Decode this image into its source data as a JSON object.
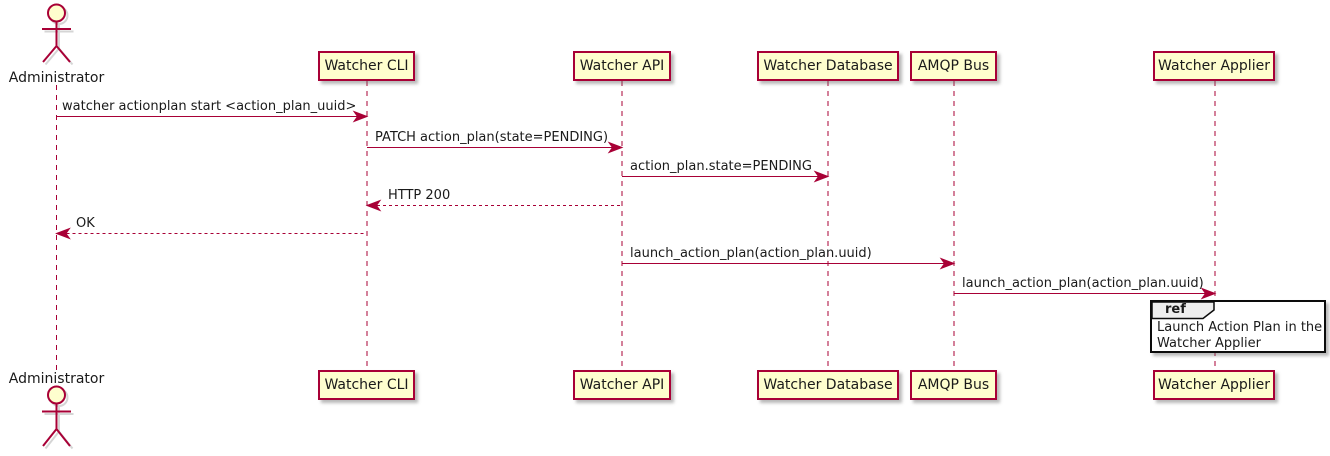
{
  "diagram": {
    "type": "uml-sequence",
    "actor": {
      "label": "Administrator"
    },
    "participants": [
      {
        "label": "Watcher CLI"
      },
      {
        "label": "Watcher API"
      },
      {
        "label": "Watcher Database"
      },
      {
        "label": "AMQP Bus"
      },
      {
        "label": "Watcher Applier"
      }
    ],
    "messages": [
      {
        "from": "Administrator",
        "to": "Watcher CLI",
        "text": "watcher actionplan start <action_plan_uuid>",
        "line": "solid"
      },
      {
        "from": "Watcher CLI",
        "to": "Watcher API",
        "text": "PATCH action_plan(state=PENDING)",
        "line": "solid"
      },
      {
        "from": "Watcher API",
        "to": "Watcher Database",
        "text": "action_plan.state=PENDING",
        "line": "solid"
      },
      {
        "from": "Watcher API",
        "to": "Watcher CLI",
        "text": "HTTP 200",
        "line": "dashed"
      },
      {
        "from": "Watcher CLI",
        "to": "Administrator",
        "text": "OK",
        "line": "dashed"
      },
      {
        "from": "Watcher API",
        "to": "AMQP Bus",
        "text": "launch_action_plan(action_plan.uuid)",
        "line": "solid"
      },
      {
        "from": "AMQP Bus",
        "to": "Watcher Applier",
        "text": "launch_action_plan(action_plan.uuid)",
        "line": "solid"
      }
    ],
    "ref": {
      "keyword": "ref",
      "lines": [
        "Launch Action Plan in the",
        "Watcher Applier"
      ]
    },
    "colors": {
      "participant_fill": "#FEFECE",
      "accent_border": "#A80036",
      "line": "#A80036",
      "text": "#1a1a1a",
      "ref_border": "#0c0c0c",
      "ref_header_fill": "#EEEEEE",
      "background": "#FFFFFF"
    }
  }
}
